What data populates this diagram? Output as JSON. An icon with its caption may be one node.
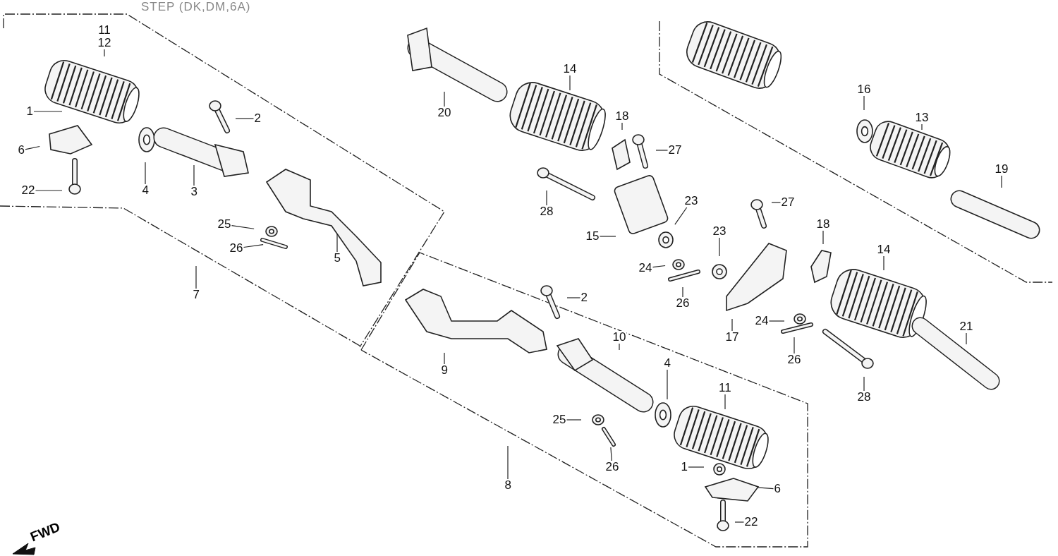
{
  "diagram": {
    "title": "STEP (DK,DM,6A)",
    "nodes": [
      {
        "text": [
          "11",
          "12"
        ]
      },
      {
        "text": [
          "1"
        ]
      },
      {
        "text": [
          "2"
        ]
      },
      {
        "text": [
          "6"
        ]
      },
      {
        "text": [
          "4"
        ]
      },
      {
        "text": [
          "3"
        ]
      },
      {
        "text": [
          "22"
        ]
      },
      {
        "text": [
          "25"
        ]
      },
      {
        "text": [
          "26"
        ]
      },
      {
        "text": [
          "5"
        ]
      },
      {
        "text": [
          "7"
        ]
      },
      {
        "text": [
          "20"
        ]
      },
      {
        "text": [
          "14"
        ]
      },
      {
        "text": [
          "18"
        ]
      },
      {
        "text": [
          "27"
        ]
      },
      {
        "text": [
          "28"
        ]
      },
      {
        "text": [
          "15"
        ]
      },
      {
        "text": [
          "23"
        ]
      },
      {
        "text": [
          "16"
        ]
      },
      {
        "text": [
          "13"
        ]
      },
      {
        "text": [
          "19"
        ]
      },
      {
        "text": [
          "27"
        ]
      },
      {
        "text": [
          "23"
        ]
      },
      {
        "text": [
          "18"
        ]
      },
      {
        "text": [
          "24"
        ]
      },
      {
        "text": [
          "26"
        ]
      },
      {
        "text": [
          "14"
        ]
      },
      {
        "text": [
          "17"
        ]
      },
      {
        "text": [
          "24"
        ]
      },
      {
        "text": [
          "26"
        ]
      },
      {
        "text": [
          "21"
        ]
      },
      {
        "text": [
          "28"
        ]
      },
      {
        "text": [
          "2"
        ]
      },
      {
        "text": [
          "10"
        ]
      },
      {
        "text": [
          "9"
        ]
      },
      {
        "text": [
          "4"
        ]
      },
      {
        "text": [
          "11"
        ]
      },
      {
        "text": [
          "25"
        ]
      },
      {
        "text": [
          "26"
        ]
      },
      {
        "text": [
          "1"
        ]
      },
      {
        "text": [
          "6"
        ]
      },
      {
        "text": [
          "8"
        ]
      },
      {
        "text": [
          "22"
        ]
      }
    ],
    "edges": [
      {
        "from": 0,
        "to": null,
        "arrow": "none"
      },
      {
        "from": 1,
        "to": null,
        "arrow": "none"
      },
      {
        "from": 2,
        "to": null,
        "arrow": "none"
      },
      {
        "from": 3,
        "to": null,
        "arrow": "none"
      },
      {
        "from": 4,
        "to": null,
        "arrow": "none"
      },
      {
        "from": 5,
        "to": null,
        "arrow": "none"
      },
      {
        "from": 6,
        "to": null,
        "arrow": "none"
      },
      {
        "from": 7,
        "to": null,
        "arrow": "none"
      },
      {
        "from": 8,
        "to": null,
        "arrow": "none"
      },
      {
        "from": 9,
        "to": null,
        "arrow": "none"
      },
      {
        "from": 10,
        "to": null,
        "arrow": "none"
      },
      {
        "from": 11,
        "to": null,
        "arrow": "none"
      },
      {
        "from": 12,
        "to": null,
        "arrow": "none"
      },
      {
        "from": 13,
        "to": null,
        "arrow": "none"
      },
      {
        "from": 14,
        "to": null,
        "arrow": "none"
      },
      {
        "from": 15,
        "to": null,
        "arrow": "none"
      },
      {
        "from": 16,
        "to": null,
        "arrow": "none"
      },
      {
        "from": 17,
        "to": null,
        "arrow": "none"
      },
      {
        "from": 18,
        "to": null,
        "arrow": "none"
      },
      {
        "from": 19,
        "to": null,
        "arrow": "none"
      },
      {
        "from": 20,
        "to": null,
        "arrow": "none"
      },
      {
        "from": 21,
        "to": null,
        "arrow": "none"
      },
      {
        "from": 22,
        "to": null,
        "arrow": "none"
      },
      {
        "from": 23,
        "to": null,
        "arrow": "none"
      },
      {
        "from": 24,
        "to": null,
        "arrow": "none"
      },
      {
        "from": 25,
        "to": null,
        "arrow": "none"
      },
      {
        "from": 26,
        "to": null,
        "arrow": "none"
      },
      {
        "from": 27,
        "to": null,
        "arrow": "none"
      },
      {
        "from": 28,
        "to": null,
        "arrow": "none"
      },
      {
        "from": 29,
        "to": null,
        "arrow": "none"
      },
      {
        "from": 30,
        "to": null,
        "arrow": "none"
      },
      {
        "from": 31,
        "to": null,
        "arrow": "none"
      },
      {
        "from": 32,
        "to": null,
        "arrow": "none"
      },
      {
        "from": 33,
        "to": null,
        "arrow": "none"
      },
      {
        "from": 34,
        "to": null,
        "arrow": "none"
      },
      {
        "from": 35,
        "to": null,
        "arrow": "none"
      },
      {
        "from": 36,
        "to": null,
        "arrow": "none"
      },
      {
        "from": 37,
        "to": null,
        "arrow": "none"
      },
      {
        "from": 38,
        "to": null,
        "arrow": "none"
      },
      {
        "from": 39,
        "to": null,
        "arrow": "none"
      },
      {
        "from": 40,
        "to": null,
        "arrow": "none"
      },
      {
        "from": 41,
        "to": null,
        "arrow": "none"
      },
      {
        "from": 42,
        "to": null,
        "arrow": "none"
      }
    ],
    "labels": [
      "FWD"
    ]
  }
}
